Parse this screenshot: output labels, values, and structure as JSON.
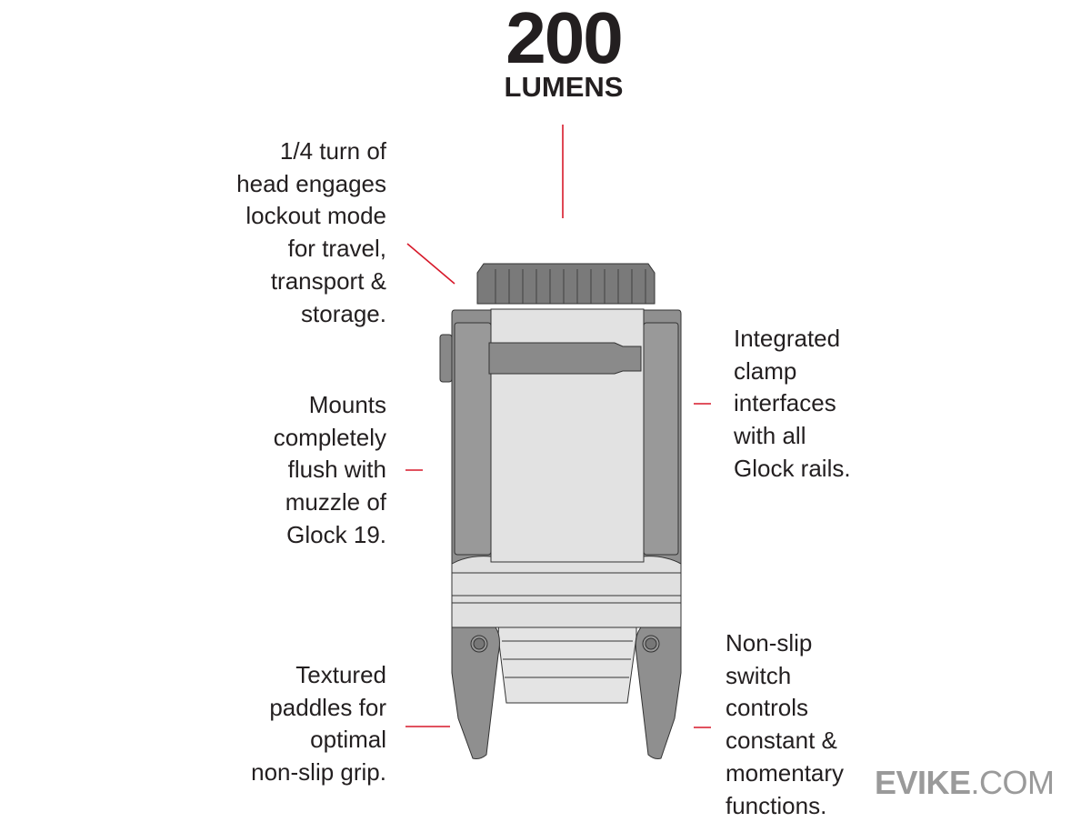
{
  "header": {
    "value": "200",
    "unit": "LUMENS"
  },
  "callouts": {
    "lockout": [
      "1/4 turn of",
      "head engages",
      "lockout mode",
      "for travel,",
      "transport &",
      "storage."
    ],
    "flush": [
      "Mounts",
      "completely",
      "flush with",
      "muzzle of",
      "Glock 19."
    ],
    "paddles": [
      "Textured",
      "paddles for",
      "optimal",
      "non-slip grip."
    ],
    "clamp": [
      "Integrated",
      "clamp",
      "interfaces",
      "with all",
      "Glock rails."
    ],
    "switch": [
      "Non-slip",
      "switch",
      "controls",
      "constant &",
      "momentary",
      "functions."
    ]
  },
  "watermark": {
    "bold": "EVIKE",
    "light": ".COM"
  },
  "colors": {
    "leader": "#d7192a",
    "dark_part": "#8c8c8c",
    "light_part": "#e2e2e2",
    "outline": "#333333"
  }
}
